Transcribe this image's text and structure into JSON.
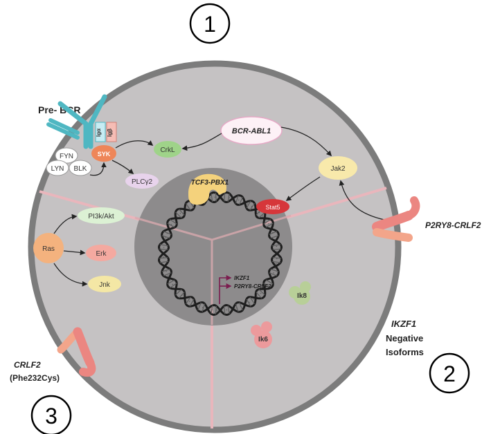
{
  "markers": {
    "one": "1",
    "two": "2",
    "three": "3"
  },
  "receptor": {
    "pre_bcr": "Pre- BCR",
    "ig_alpha": "Igα",
    "ig_beta": "Igβ",
    "syk": "SYK",
    "fyn": "FYN",
    "lyn": "LYN",
    "blk": "BLK"
  },
  "signaling": {
    "crkl": "CrkL",
    "bcr_abl1": "BCR-ABL1",
    "jak2": "Jak2",
    "plcg2": "PLCγ2",
    "stat5": "Stat5",
    "tcf3_pbx1": "TCF3-PBX1",
    "ras": "Ras",
    "pi3k_akt": "PI3k/Akt",
    "erk": "Erk",
    "jnk": "Jnk"
  },
  "nucleus": {
    "ikzf1_gene": "IKZF1",
    "p2ry8_crlf2_gene": "P2RY8-CRLF2",
    "ik8": "Ik8",
    "ik6": "Ik6"
  },
  "labels": {
    "p2ry8_crlf2_receptor": "P2RY8-CRLF2",
    "ikzf1": "IKZF1",
    "negative": "Negative",
    "isoforms": "Isoforms",
    "crlf2": "CRLF2",
    "phe232cys": "(Phe232Cys)"
  },
  "colors": {
    "cell_outer": "#7c7c7c",
    "cytoplasm": "#c5c2c3",
    "nucleus": "#8d8b8c",
    "divider": "#e9b6bc",
    "syk": "#ee8659",
    "crkl": "#9fd389",
    "bcr_abl1_fill": "#fdf1f6",
    "bcr_abl1_border": "#e6a9c6",
    "jak2": "#f8e9ab",
    "plcg2": "#e8d3ec",
    "stat5": "#d6363a",
    "tcf3_pbx1": "#f4d27c",
    "ras": "#f4b27e",
    "pi3k_akt": "#dcf1d4",
    "erk": "#f4a9a0",
    "jnk": "#f4e7a5",
    "ik8": "#b8cf98",
    "ik6": "#ec9a9c",
    "pre_bcr": "#4fb7c2",
    "crlf2_receptor": "#eb8681",
    "gene_arrow": "#7b1d4f"
  }
}
